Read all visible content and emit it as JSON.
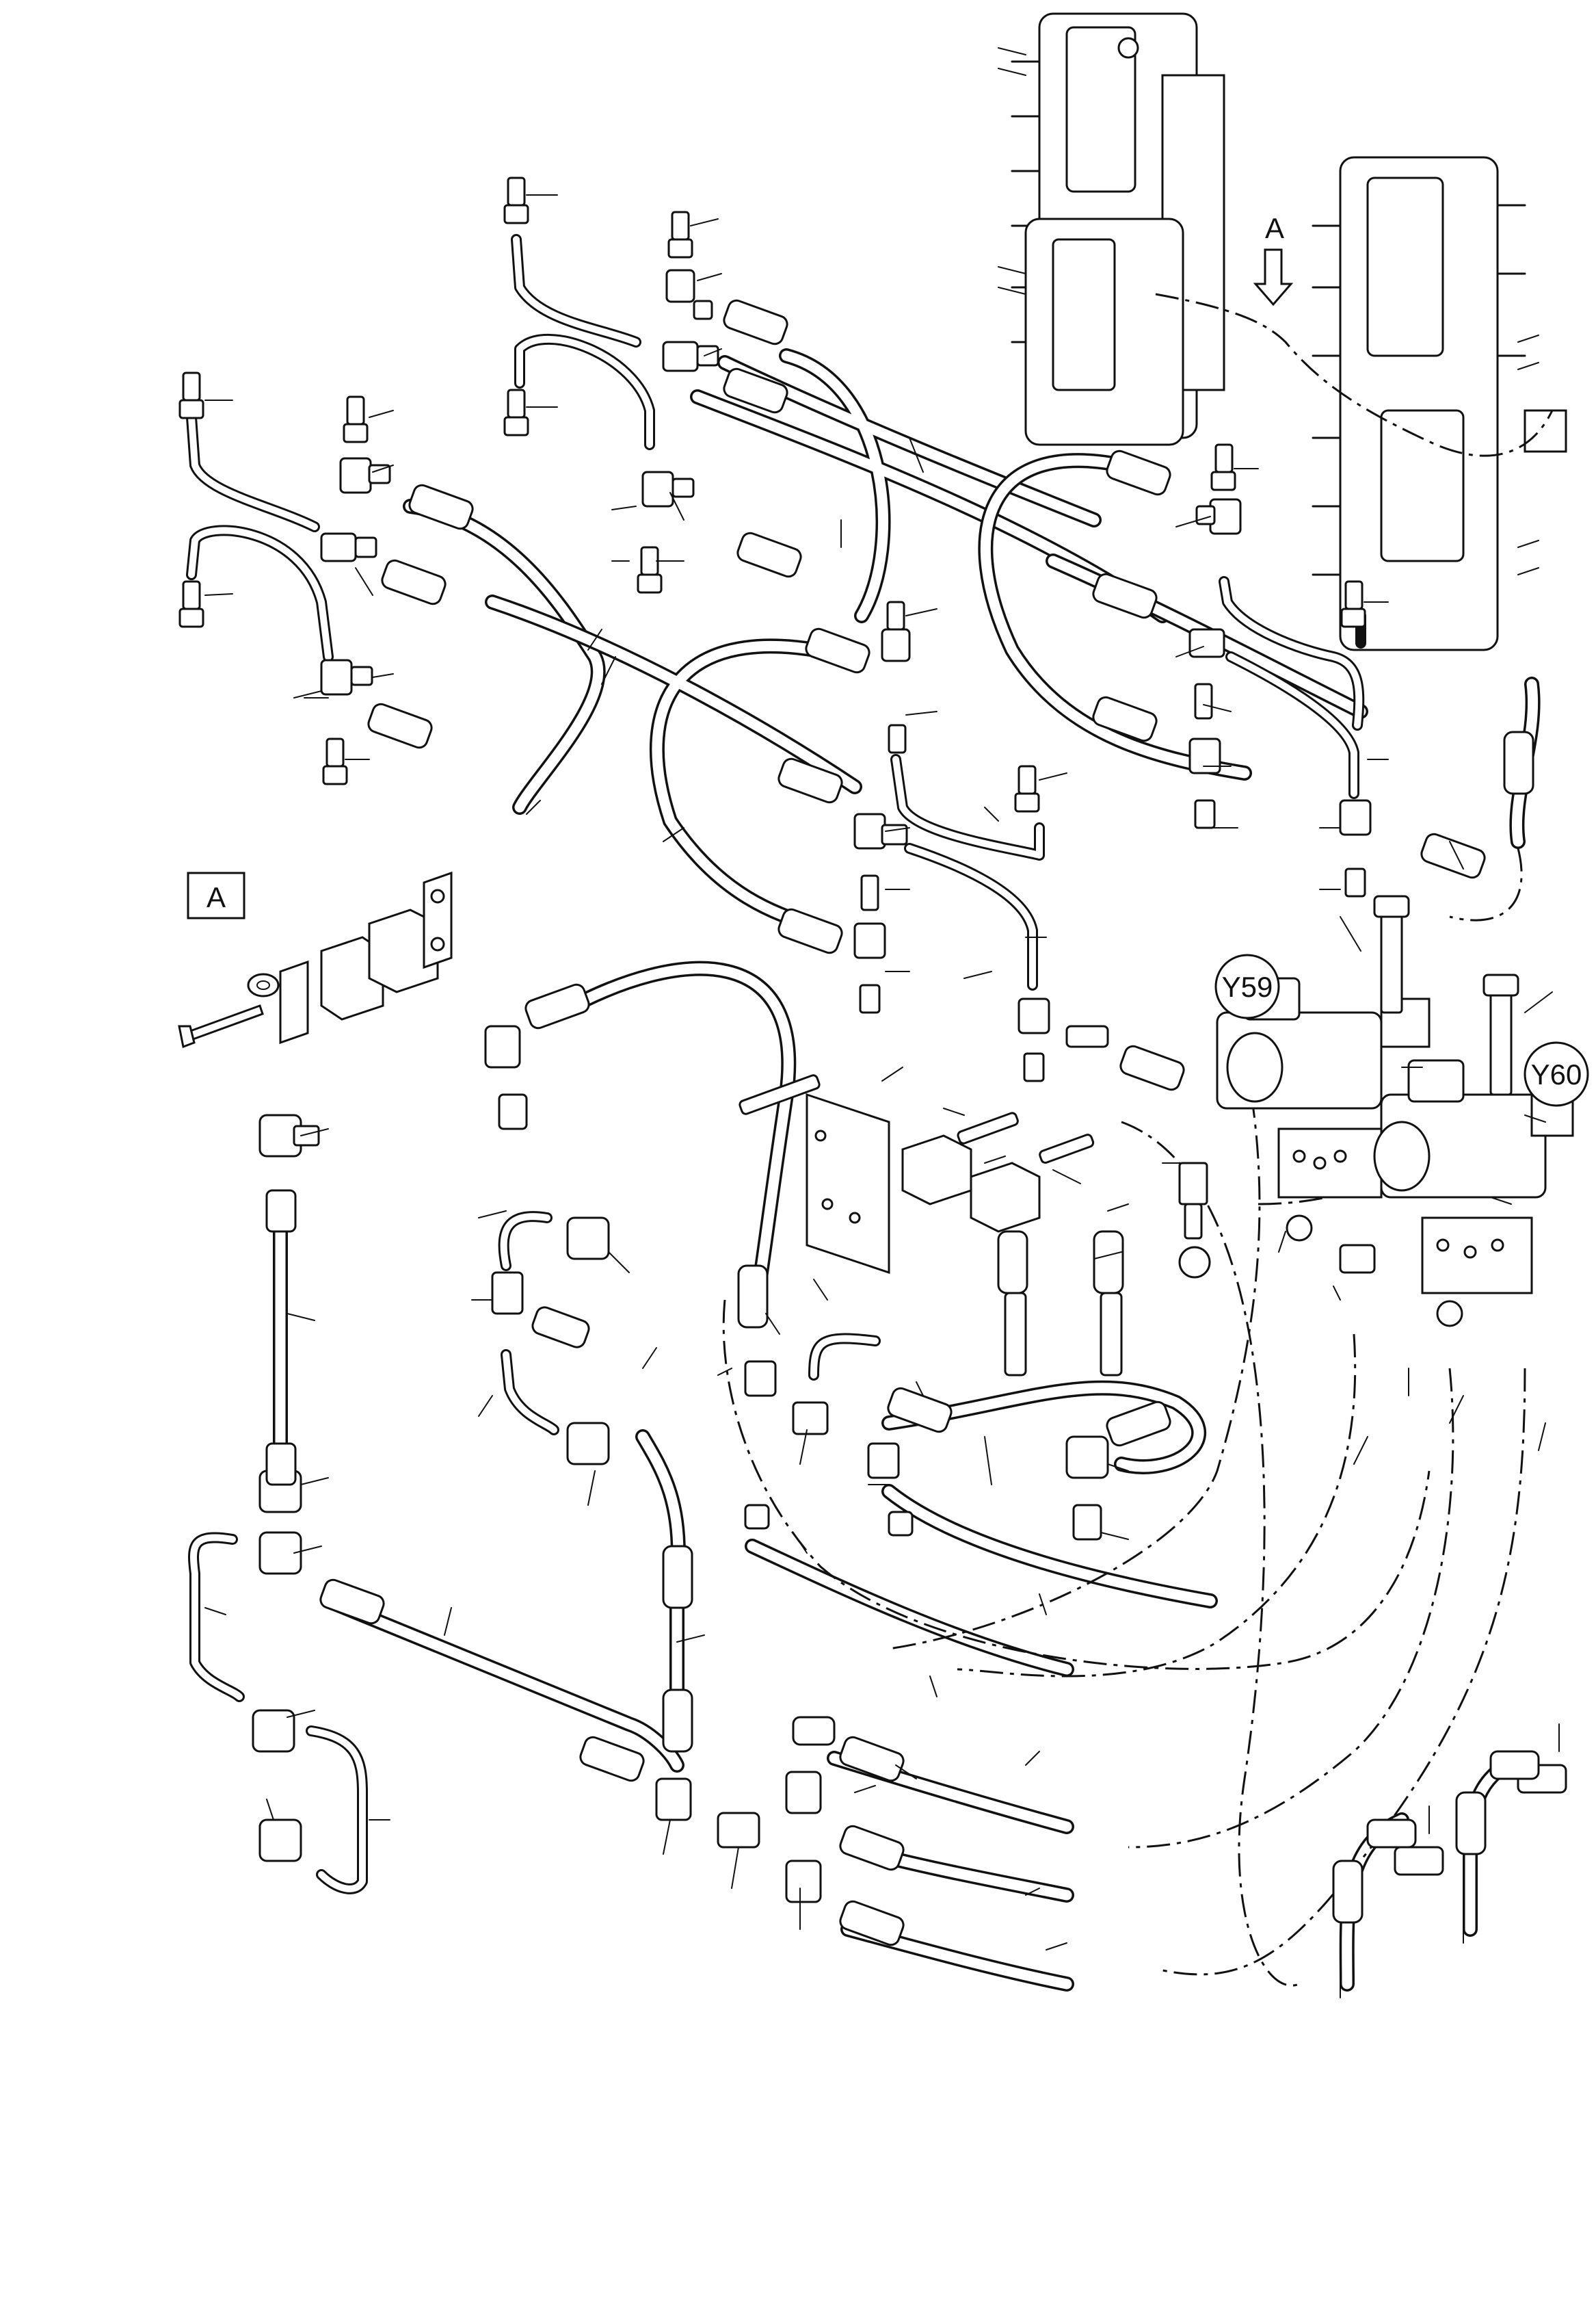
{
  "callouts": {
    "view_arrow": "A",
    "detail_box": "A",
    "y59": "Y59",
    "y60": "Y60"
  }
}
